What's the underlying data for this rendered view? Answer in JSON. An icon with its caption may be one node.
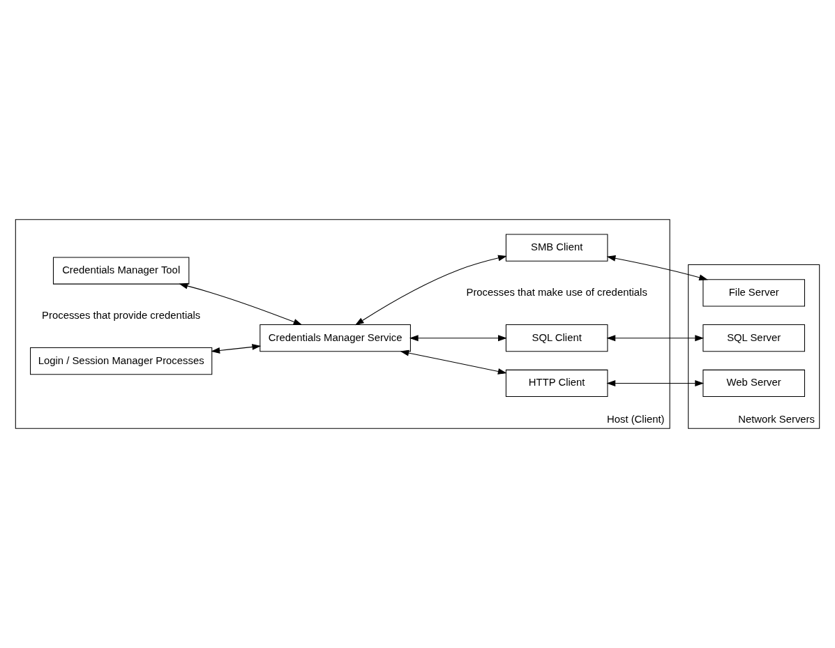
{
  "diagram": {
    "nodes": [
      {
        "text": [
          "Host (Client)"
        ]
      },
      {
        "text": [
          "Network Servers"
        ]
      },
      {
        "text": [
          "Credentials Manager Tool"
        ],
        "in": 0
      },
      {
        "text": [
          "Login / Session Manager Processes"
        ],
        "in": 0
      },
      {
        "text": [
          "Credentials Manager Service"
        ],
        "in": 0
      },
      {
        "text": [
          "SMB Client"
        ],
        "in": 0
      },
      {
        "text": [
          "HTTP Client"
        ],
        "in": 0
      },
      {
        "text": [
          "SQL Client"
        ],
        "in": 0
      },
      {
        "text": [
          "File Server"
        ],
        "in": 1
      },
      {
        "text": [
          "Web Server"
        ],
        "in": 1
      },
      {
        "text": [
          "SQL Server"
        ],
        "in": 1
      }
    ],
    "edges": [
      {
        "from": 2,
        "to": 4,
        "arrow": "both"
      },
      {
        "from": 3,
        "to": 4,
        "arrow": "both"
      },
      {
        "from": 4,
        "to": 5,
        "arrow": "both"
      },
      {
        "from": 4,
        "to": 6,
        "arrow": "both"
      },
      {
        "from": 4,
        "to": 7,
        "arrow": "both"
      },
      {
        "from": 5,
        "to": 8,
        "arrow": "both"
      },
      {
        "from": 6,
        "to": 9,
        "arrow": "both"
      },
      {
        "from": 7,
        "to": 10,
        "arrow": "both"
      }
    ],
    "labels": [
      "Processes that provide credentials",
      "Processes that make use of credentials"
    ]
  }
}
